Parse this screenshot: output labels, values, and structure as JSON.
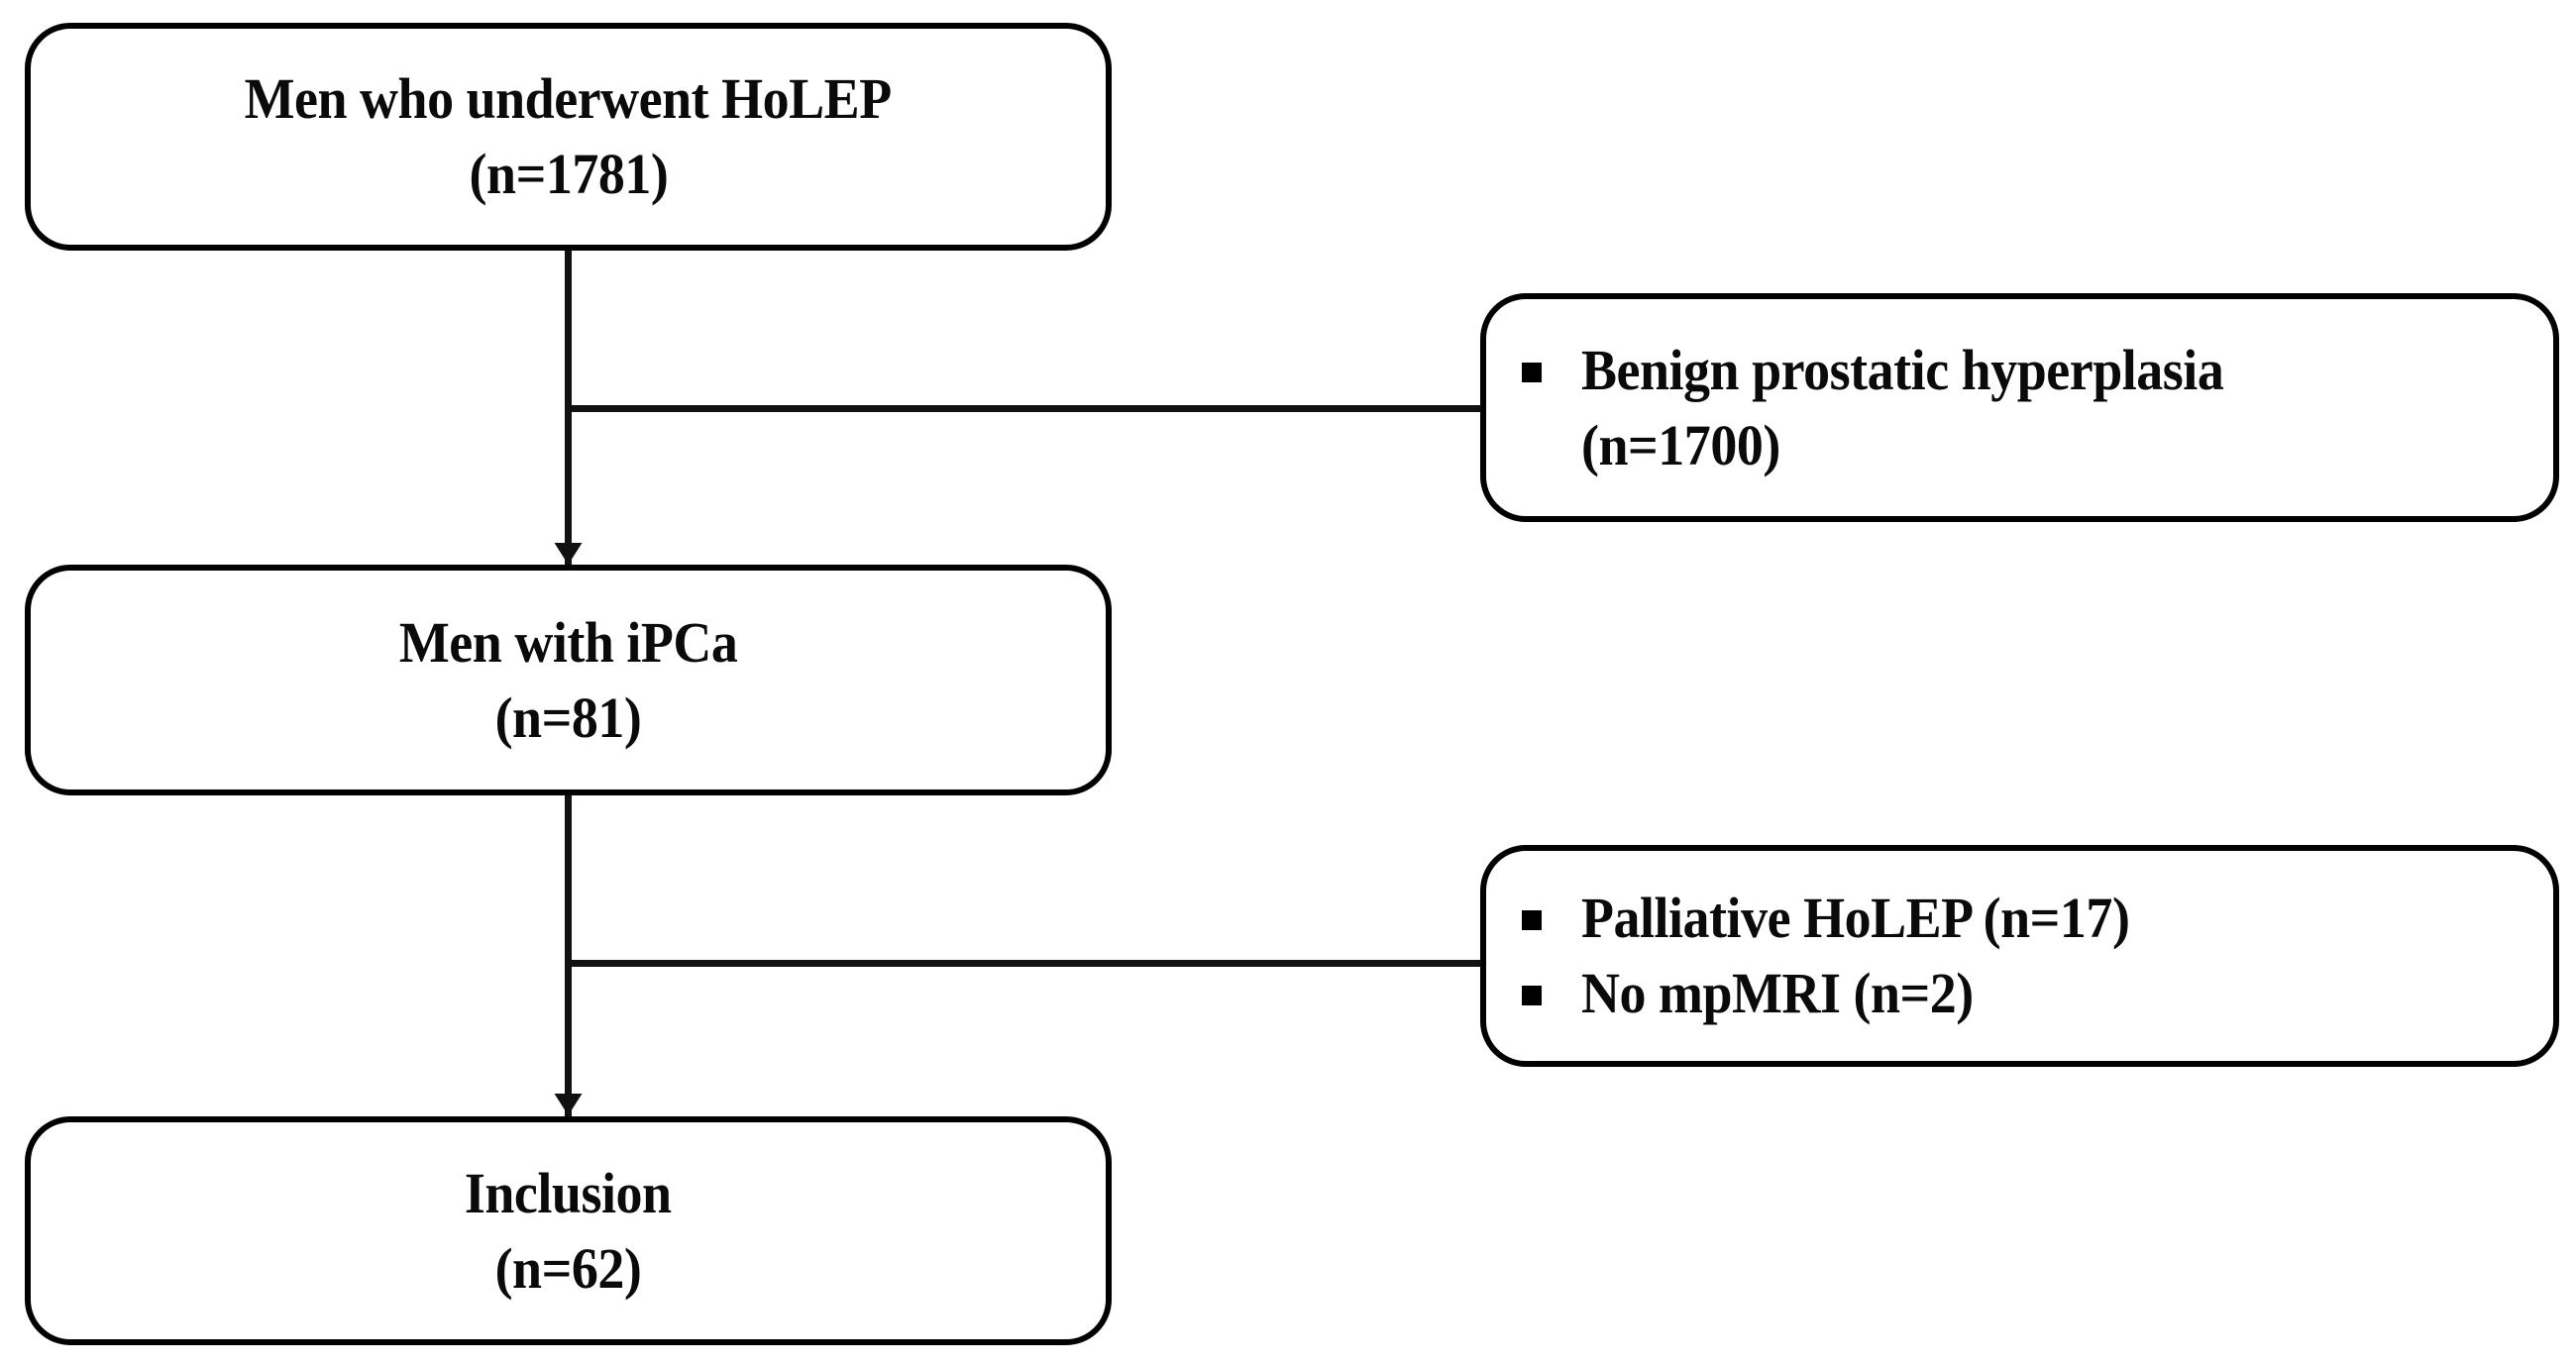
{
  "figure": {
    "type": "flowchart",
    "orientation": "vertical-with-right-exclusions",
    "accent_color": "#000000",
    "background_color": "#ffffff"
  },
  "nodes": {
    "screened": {
      "label": "Men who underwent HoLEP",
      "count_label": "(n=1781)",
      "n": 1781
    },
    "ipca": {
      "label": "Men with iPCa",
      "count_label": "(n=81)",
      "n": 81
    },
    "inclusion": {
      "label": "Inclusion",
      "count_label": "(n=62)",
      "n": 62
    }
  },
  "exclusions": {
    "first": {
      "items": [
        {
          "label": "Benign prostatic hyperplasia",
          "count_label": "(n=1700)",
          "n": 1700
        }
      ]
    },
    "second": {
      "items": [
        {
          "label": "Palliative HoLEP (n=17)",
          "count_label": "",
          "n": 17
        },
        {
          "label": "No mpMRI (n=2)",
          "count_label": "",
          "n": 2
        }
      ]
    }
  },
  "chart_data": {
    "type": "flowchart",
    "title": "",
    "stages": [
      {
        "name": "Men who underwent HoLEP",
        "n": 1781
      },
      {
        "name": "Men with iPCa",
        "n": 81
      },
      {
        "name": "Inclusion",
        "n": 62
      }
    ],
    "exclusions": [
      {
        "after_stage": "Men who underwent HoLEP",
        "reasons": [
          {
            "reason": "Benign prostatic hyperplasia",
            "n": 1700
          }
        ]
      },
      {
        "after_stage": "Men with iPCa",
        "reasons": [
          {
            "reason": "Palliative HoLEP",
            "n": 17
          },
          {
            "reason": "No mpMRI",
            "n": 2
          }
        ]
      }
    ]
  }
}
